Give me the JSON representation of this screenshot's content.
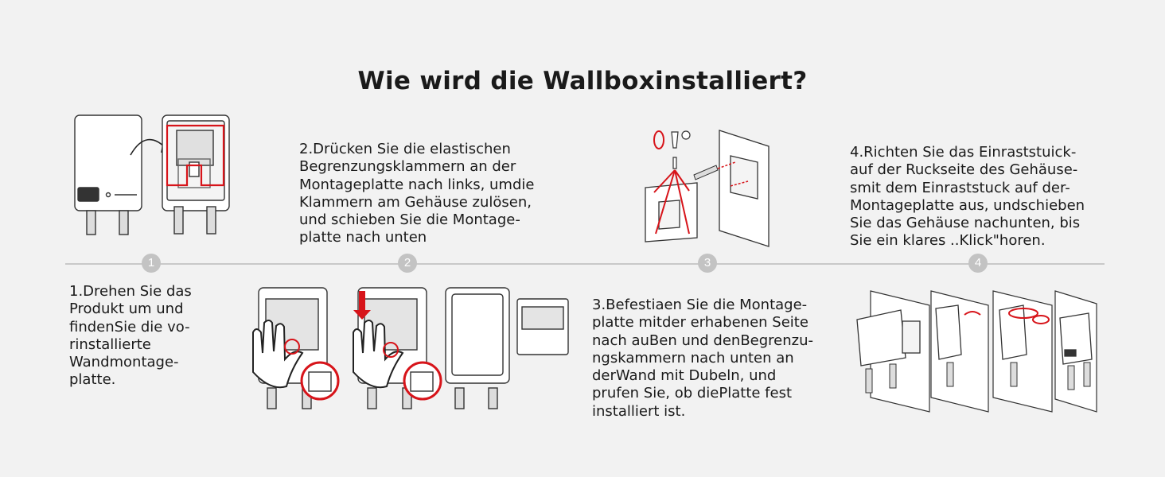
{
  "title": "Wie wird die Wallboxinstalliert?",
  "steps": [
    {
      "number": "1",
      "text": "1.Drehen Sie das\nProdukt um und\nfindenSie die vo-\nrinstallierte\nWandmontage-\nplatte."
    },
    {
      "number": "2",
      "text": "2.Drücken Sie die elastischen\nBegrenzungsklammern an der\nMontageplatte nach links, umdie\nKlammern am Gehäuse zulösen,\nund schieben Sie die Montage-\nplatte nach unten"
    },
    {
      "number": "3",
      "text": "3.Befestiaen Sie die Montage-\nplatte mitder erhabenen Seite\nnach auBen und denBegrenzu-\nngskammern nach unten an\nderWand mit Dubeln, und\nprufen Sie, ob diePlatte fest\ninstalliert ist."
    },
    {
      "number": "4",
      "text": "4.Richten Sie das Einraststuick-\nauf der Ruckseite des Gehäuse-\nsmit dem Einraststuck auf der-\nMontageplatte aus, undschieben\nSie das Gehäuse nachunten, bis\nSie ein klares ..Klick\"horen."
    }
  ],
  "colors": {
    "background": "#f2f2f2",
    "text": "#1a1a1a",
    "accent_red": "#d7141a",
    "line_gray": "#c9c9c9",
    "badge_gray": "#c3c3c3"
  }
}
